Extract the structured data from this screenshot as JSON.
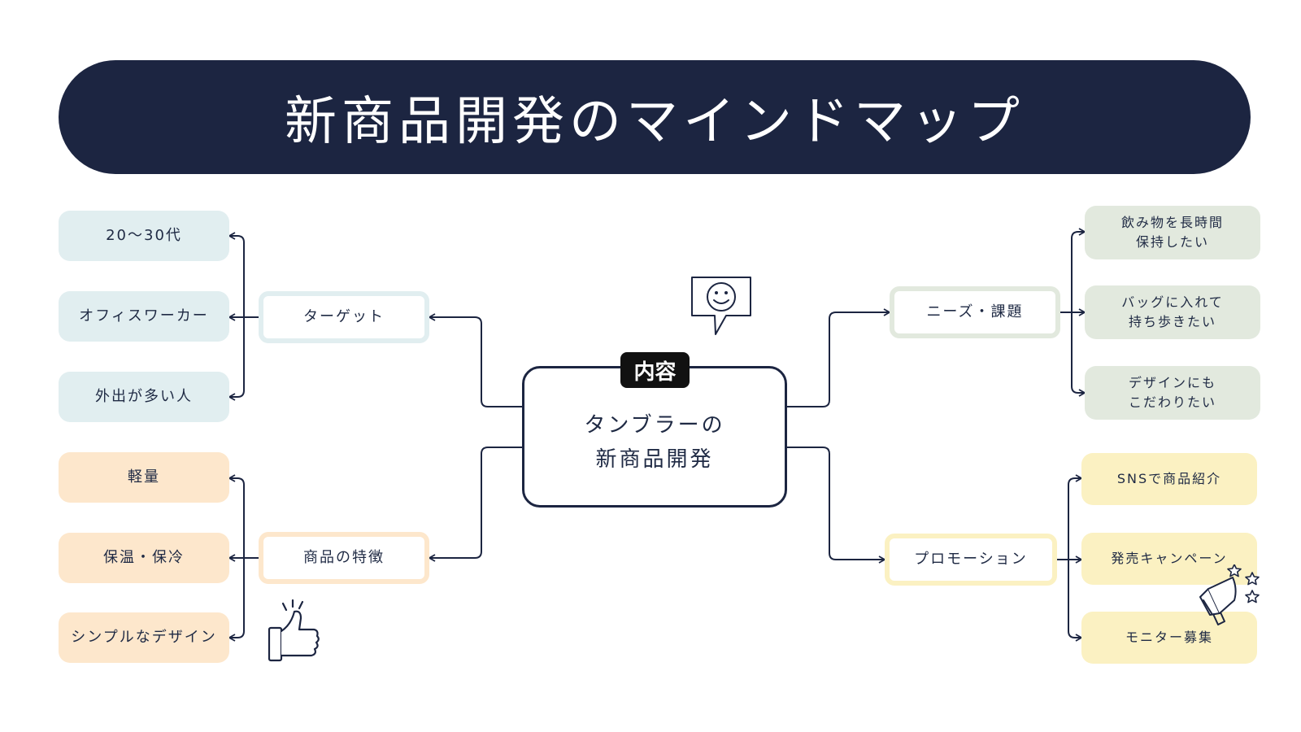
{
  "title": "新商品開発のマインドマップ",
  "center": {
    "label": "内容",
    "line1": "タンブラーの",
    "line2": "新商品開発"
  },
  "branches": {
    "target": {
      "label": "ターゲット",
      "items": [
        "20〜30代",
        "オフィスワーカー",
        "外出が多い人"
      ]
    },
    "features": {
      "label": "商品の特徴",
      "items": [
        "軽量",
        "保温・保冷",
        "シンプルなデザイン"
      ]
    },
    "needs": {
      "label": "ニーズ・課題",
      "items": [
        {
          "line1": "飲み物を長時間",
          "line2": "保持したい"
        },
        {
          "line1": "バッグに入れて",
          "line2": "持ち歩きたい"
        },
        {
          "line1": "デザインにも",
          "line2": "こだわりたい"
        }
      ]
    },
    "promotion": {
      "label": "プロモーション",
      "items": [
        "SNSで商品紹介",
        "発売キャンペーン",
        "モニター募集"
      ]
    }
  },
  "colors": {
    "navy": "#1c2541",
    "blue": "#e1eef0",
    "peach": "#fde7cc",
    "sage": "#e2e9de",
    "yellow": "#fbf1c2"
  },
  "icons": [
    "smiley-speech-bubble-icon",
    "thumbs-up-icon",
    "megaphone-icon"
  ]
}
